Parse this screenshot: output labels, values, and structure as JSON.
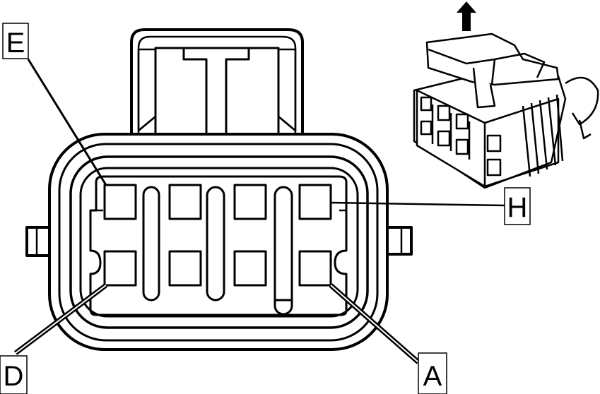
{
  "diagram": {
    "pin_labels": {
      "top_left": "E",
      "top_right": "H",
      "bottom_left": "D",
      "bottom_right": "A"
    }
  }
}
